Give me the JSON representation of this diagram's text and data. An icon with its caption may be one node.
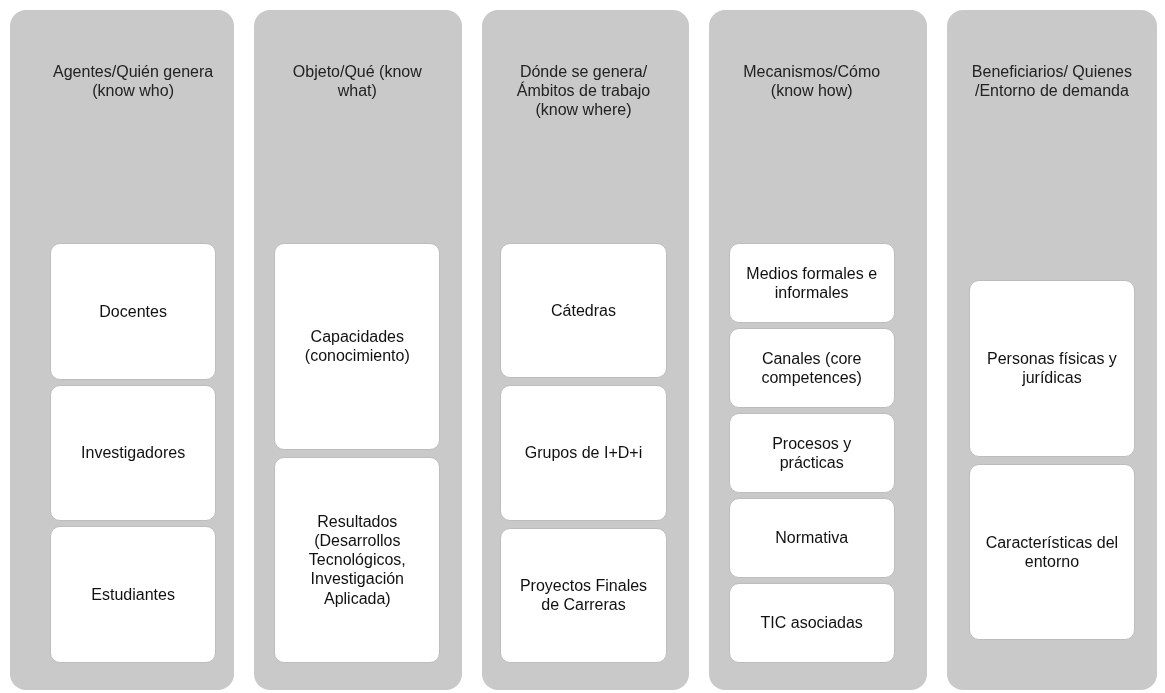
{
  "diagram": {
    "nodes": [
      {
        "text": [
          "Agentes/Quién genera (know who)"
        ]
      },
      {
        "text": [
          "Docentes"
        ],
        "in": 0
      },
      {
        "text": [
          "Investigadores"
        ],
        "in": 0
      },
      {
        "text": [
          "Estudiantes"
        ],
        "in": 0
      },
      {
        "text": [
          "Objeto/Qué (know what)"
        ]
      },
      {
        "text": [
          "Capacidades (conocimiento)"
        ],
        "in": 4
      },
      {
        "text": [
          "Resultados (Desarrollos Tecnológicos, Investigación Aplicada)"
        ],
        "in": 4
      },
      {
        "text": [
          "Dónde se genera/Ámbitos de trabajo (know where)"
        ]
      },
      {
        "text": [
          "Cátedras"
        ],
        "in": 7
      },
      {
        "text": [
          "Grupos de I+D+i"
        ],
        "in": 7
      },
      {
        "text": [
          "Proyectos Finales de Carreras"
        ],
        "in": 7
      },
      {
        "text": [
          "Mecanismos/Cómo (know how)"
        ]
      },
      {
        "text": [
          "Medios formales e informales"
        ],
        "in": 11
      },
      {
        "text": [
          "Canales (core competences)"
        ],
        "in": 11
      },
      {
        "text": [
          "Procesos y prácticas"
        ],
        "in": 11
      },
      {
        "text": [
          "Normativa"
        ],
        "in": 11
      },
      {
        "text": [
          "TIC asociadas"
        ],
        "in": 11
      },
      {
        "text": [
          "Beneficiarios/ Quienes /Entorno de demanda"
        ]
      },
      {
        "text": [
          "Personas físicas y jurídicas"
        ],
        "in": 17
      },
      {
        "text": [
          "Características del entorno"
        ],
        "in": 17
      }
    ],
    "edges": []
  }
}
